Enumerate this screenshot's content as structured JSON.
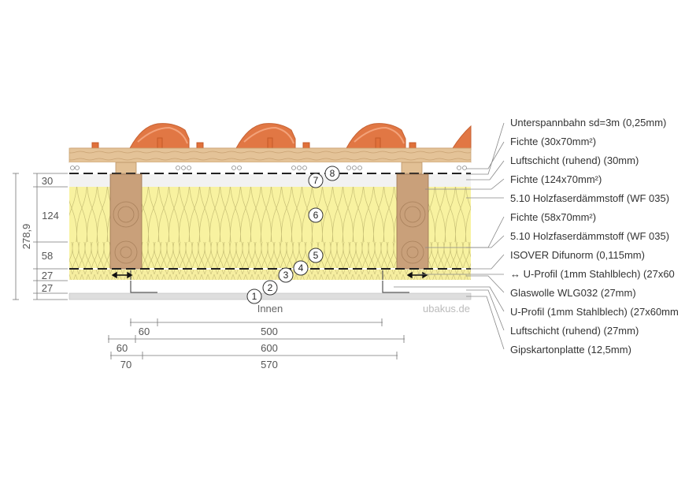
{
  "side_label": "Innen",
  "watermark": "ubakus.de",
  "layer_numbers": [
    "1",
    "2",
    "3",
    "4",
    "5",
    "6",
    "7",
    "8"
  ],
  "legend": [
    "Unterspannbahn sd=3m (0,25mm)",
    "Fichte (30x70mm²)",
    "Luftschicht (ruhend) (30mm)",
    "Fichte (124x70mm²)",
    "5.10 Holzfaserdämmstoff (WF 035)",
    "Fichte (58x70mm²)",
    "5.10 Holzfaserdämmstoff (WF 035)",
    "ISOVER Difunorm (0,115mm)",
    "↔ U-Profil (1mm Stahlblech) (27x60",
    "Glaswolle WLG032 (27mm)",
    "U-Profil (1mm Stahlblech) (27x60mm",
    "Luftschicht (ruhend) (27mm)",
    "Gipskartonplatte (12,5mm)"
  ],
  "vertical_dims": {
    "segments": [
      "30",
      "124",
      "58",
      "27",
      "27"
    ],
    "total": "278,9"
  },
  "horizontal_dims": {
    "row1": [
      "60",
      "500"
    ],
    "row2": [
      "60",
      "600"
    ],
    "row3": [
      "70",
      "570"
    ]
  },
  "colors": {
    "tile": "#e0703a",
    "batten_wood": "#e6c59a",
    "insulation": "#f8f2a0",
    "rafter_wood": "#c9a07a",
    "air": "#f2f2f2",
    "gypsum": "#dedede",
    "leader": "#777777"
  }
}
